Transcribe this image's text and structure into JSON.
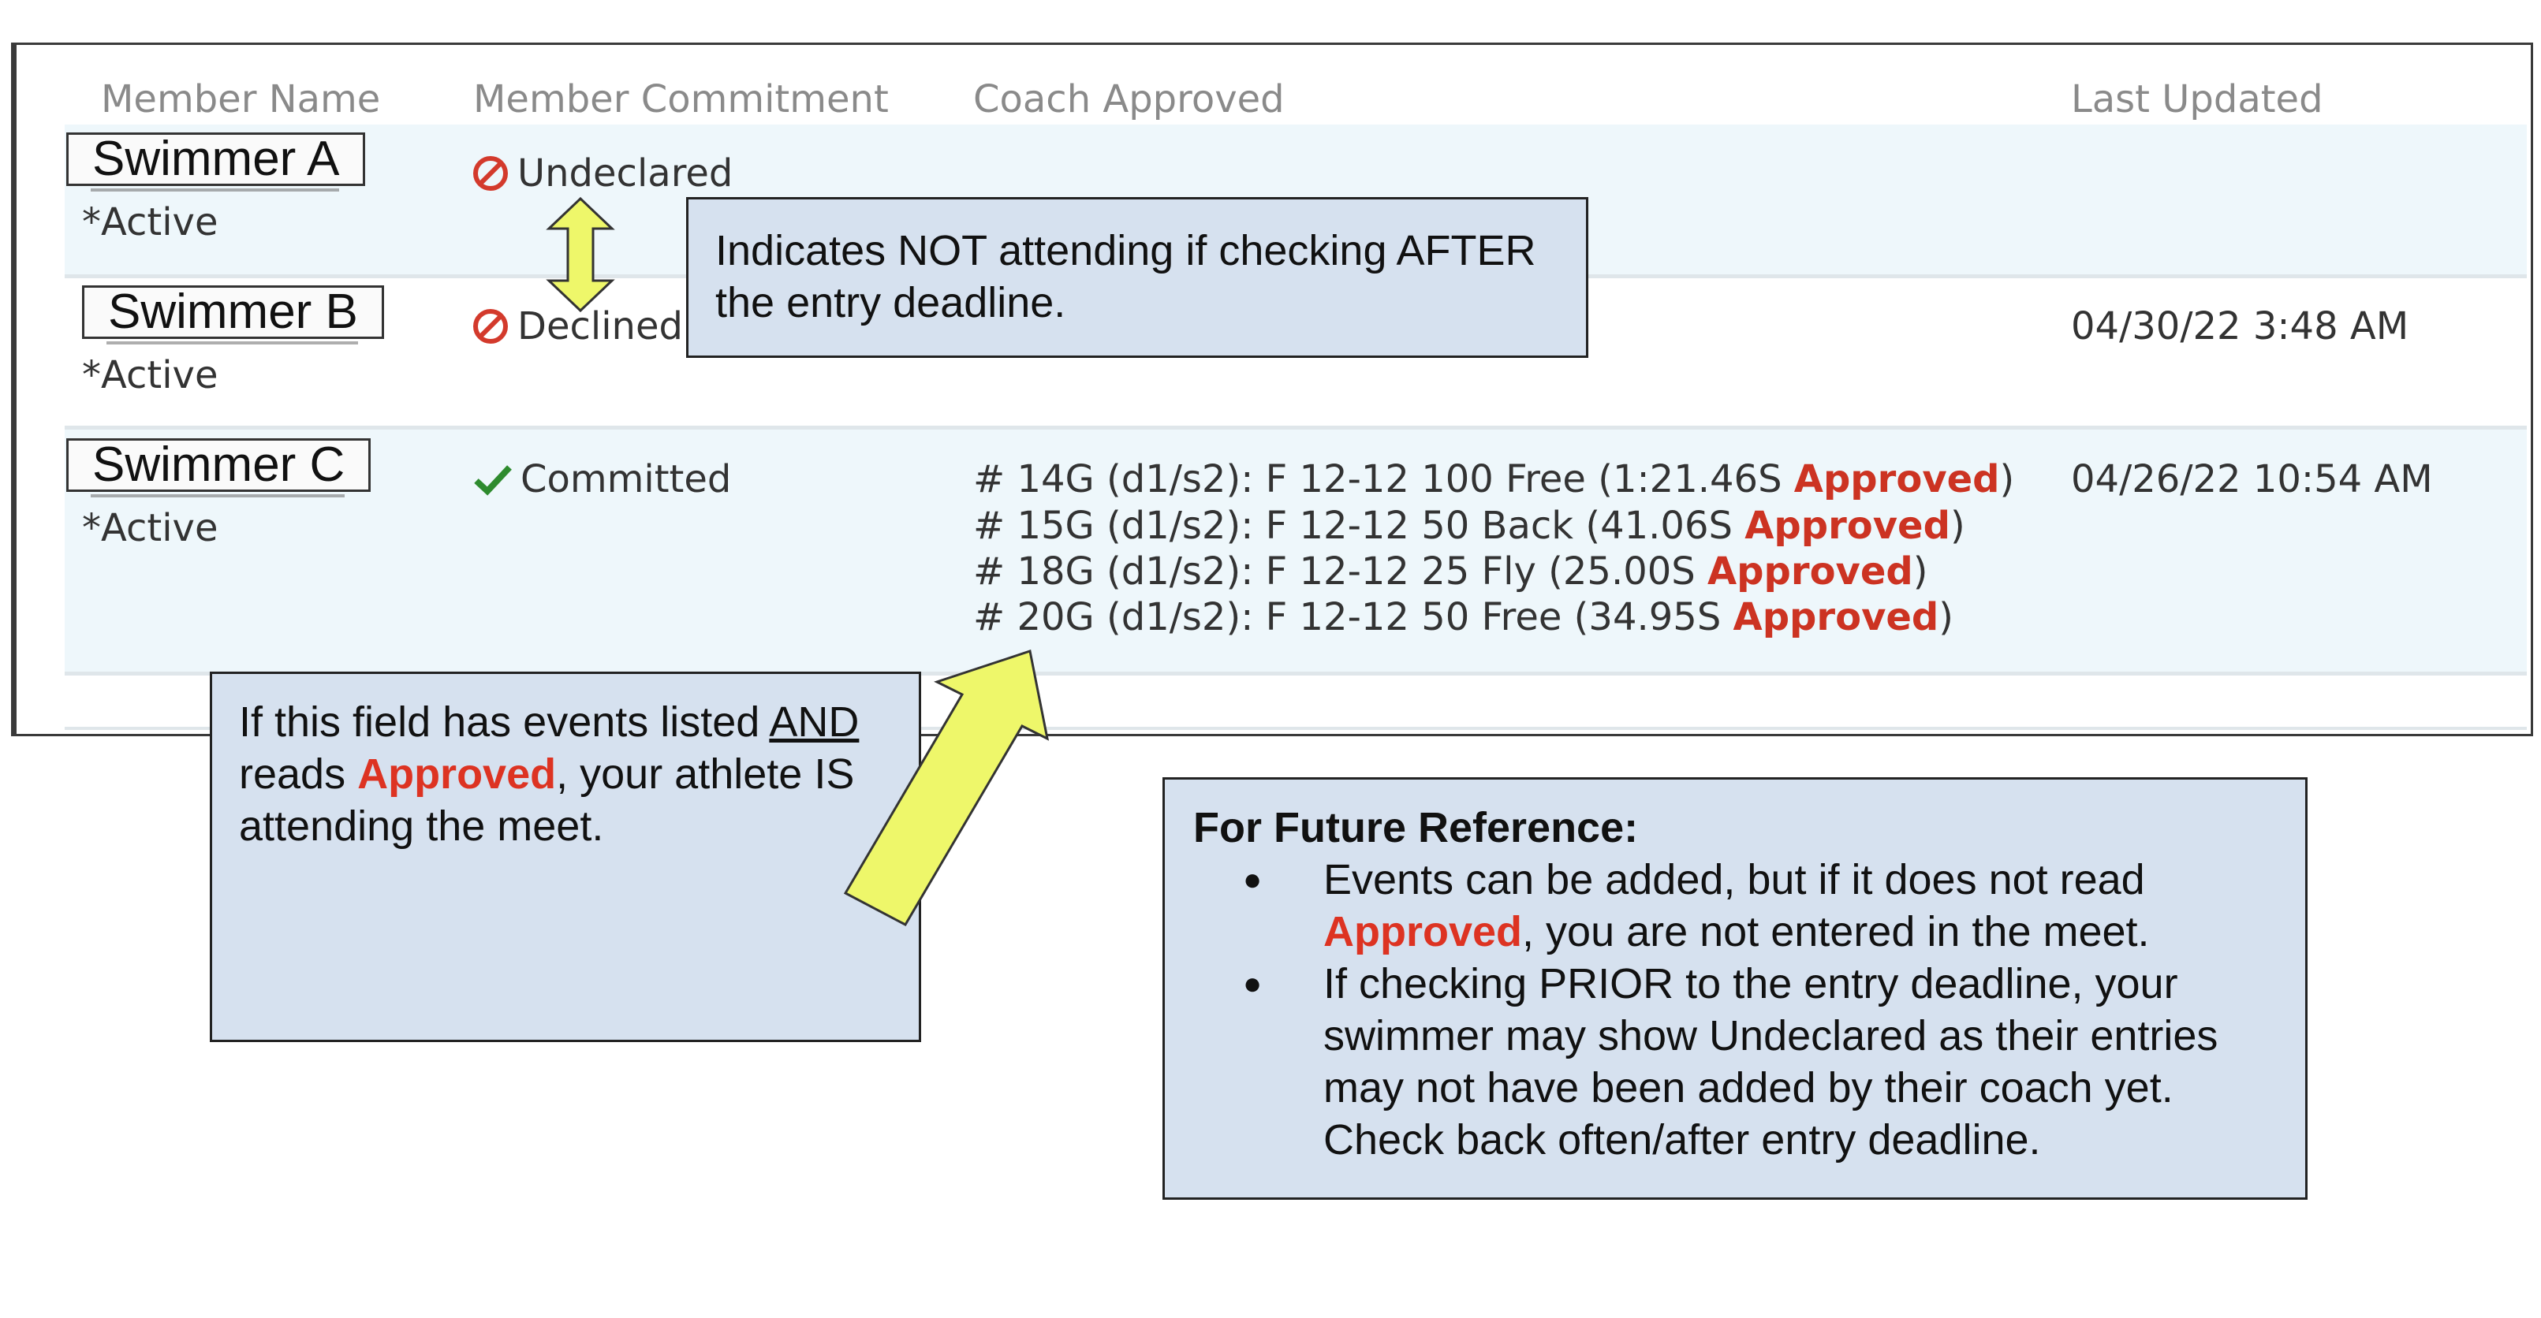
{
  "table": {
    "headers": {
      "member_name": "Member Name",
      "member_commitment": "Member Commitment",
      "coach_approved": "Coach Approved",
      "last_updated": "Last Updated"
    },
    "rows": [
      {
        "name": "Swimmer A",
        "status_label": "*Active",
        "commitment": "Undeclared",
        "commitment_icon": "prohibited-icon",
        "last_updated": ""
      },
      {
        "name": "Swimmer B",
        "status_label": "*Active",
        "commitment": "Declined",
        "commitment_icon": "prohibited-icon",
        "last_updated": "04/30/22 3:48 AM"
      },
      {
        "name": "Swimmer C",
        "status_label": "*Active",
        "commitment": "Committed",
        "commitment_icon": "checkmark-icon",
        "last_updated": "04/26/22 10:54 AM",
        "events": [
          {
            "text": "# 14G (d1/s2): F 12-12 100 Free (1:21.46S ",
            "approved": "Approved",
            "close": ")"
          },
          {
            "text": "# 15G (d1/s2): F 12-12 50 Back (41.06S ",
            "approved": "Approved",
            "close": ")"
          },
          {
            "text": "# 18G (d1/s2): F 12-12 25 Fly (25.00S ",
            "approved": "Approved",
            "close": ")"
          },
          {
            "text": "# 20G (d1/s2): F 12-12 50 Free (34.95S ",
            "approved": "Approved",
            "close": ")"
          }
        ]
      }
    ]
  },
  "callouts": {
    "not_attending": {
      "line1": "Indicates NOT attending if checking AFTER",
      "line2": "the entry deadline."
    },
    "approved_info": {
      "part1": "If this field has events listed ",
      "and": "AND",
      "part2": "reads ",
      "approved": "Approved",
      "part3": ", your athlete IS",
      "part4": "attending the meet."
    },
    "future_reference": {
      "title": "For Future Reference:",
      "bullet1_a": "Events can be added, but if it does not read",
      "bullet1_approved": "Approved",
      "bullet1_b": ", you are not entered in the meet.",
      "bullet2_l1": "If checking PRIOR to the entry deadline, your",
      "bullet2_l2": "swimmer may show Undeclared as their entries",
      "bullet2_l3": "may not have been added by their coach yet.",
      "bullet2_l4": "Check back often/after entry deadline."
    }
  },
  "colors": {
    "approved_red": "#cc3322",
    "arrow_yellow": "#eef76a",
    "callout_blue": "#d6e1ef",
    "row_tint": "#eef7fb",
    "check_green": "#2e8b2e",
    "prohibited_red": "#d33a2c"
  }
}
